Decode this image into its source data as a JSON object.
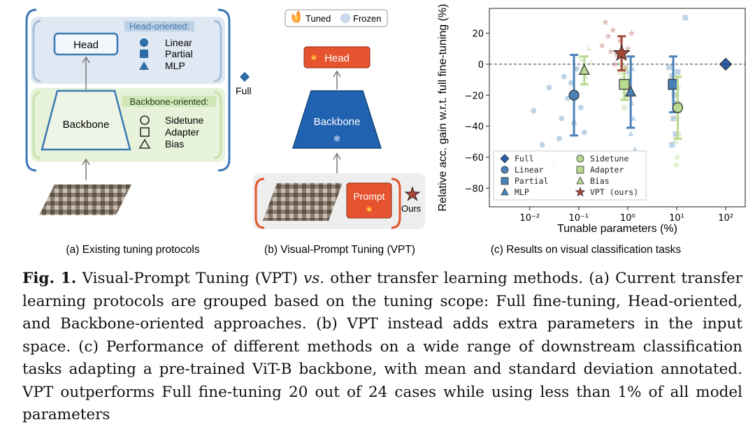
{
  "panel_a": {
    "head_label": "Head",
    "backbone_label": "Backbone",
    "head_group_title": "Head-oriented:",
    "head_methods": [
      "Linear",
      "Partial",
      "MLP"
    ],
    "backbone_group_title": "Backbone-oriented:",
    "backbone_methods": [
      "Sidetune",
      "Adapter",
      "Bias"
    ],
    "full_label": "Full",
    "caption": "(a)  Existing tuning protocols"
  },
  "panel_b": {
    "legend_tuned": "Tuned",
    "legend_frozen": "Frozen",
    "head_label": "Head",
    "backbone_label": "Backbone",
    "prompt_label": "Prompt",
    "ours_label": "Ours",
    "caption": "(b) Visual-Prompt Tuning (VPT)"
  },
  "panel_c_caption": "(c) Results on visual classification tasks",
  "colors": {
    "blue_dark": "#2e6ca4",
    "blue_box": "#dfe8f3",
    "green_light": "#dfeecf",
    "orange": "#e5532f",
    "vpt_star": "#a9463a",
    "full_marker": "#2a5caa",
    "sidetune": "#b8d98f",
    "light_blue_marker": "#8fb3d6"
  },
  "chart_data": {
    "type": "scatter",
    "xlabel": "Tunable parameters (%)",
    "ylabel": "Relative acc. gain w.r.t. full fine-tuning (%)",
    "xscale": "log",
    "xlim": [
      0.0015,
      250
    ],
    "ylim": [
      -92,
      36
    ],
    "xticks": [
      0.01,
      0.1,
      1,
      10,
      100
    ],
    "xtick_labels": [
      "10⁻²",
      "10⁻¹",
      "10⁰",
      "10¹",
      "10²"
    ],
    "yticks": [
      -80,
      -60,
      -40,
      -20,
      0,
      20
    ],
    "ytick_labels": [
      "−80",
      "−60",
      "−40",
      "−20",
      "0",
      "20"
    ],
    "grid": false,
    "zero_line": true,
    "legend_position": "lower-center",
    "series": [
      {
        "name": "Full",
        "marker": "diamond",
        "color": "#2a5caa",
        "mean": {
          "x": 100,
          "y": 0,
          "std": 0
        }
      },
      {
        "name": "Linear",
        "marker": "circle",
        "color": "#4a81b8",
        "mean": {
          "x": 0.08,
          "y": -20,
          "std": 26
        },
        "points": [
          [
            0.012,
            -30
          ],
          [
            0.018,
            -52
          ],
          [
            0.025,
            -15
          ],
          [
            0.03,
            -65
          ],
          [
            0.04,
            -48
          ],
          [
            0.05,
            -8
          ],
          [
            0.06,
            -22
          ],
          [
            0.08,
            -38
          ],
          [
            0.09,
            -3
          ],
          [
            0.1,
            -58
          ],
          [
            0.11,
            -28
          ],
          [
            0.13,
            -44
          ],
          [
            0.07,
            -12
          ],
          [
            0.045,
            -35
          ]
        ]
      },
      {
        "name": "Partial",
        "marker": "square",
        "color": "#4a81b8",
        "mean": {
          "x": 8.5,
          "y": -13,
          "std": 18
        },
        "points": [
          [
            7,
            -2
          ],
          [
            8,
            -8
          ],
          [
            9,
            -20
          ],
          [
            10,
            -25
          ],
          [
            8.5,
            -35
          ],
          [
            9.5,
            -45
          ],
          [
            7.5,
            -15
          ],
          [
            10.5,
            -5
          ],
          [
            11,
            -30
          ],
          [
            8,
            -52
          ],
          [
            15,
            30
          ]
        ]
      },
      {
        "name": "MLP",
        "marker": "triangle",
        "color": "#4a81b8",
        "mean": {
          "x": 1.15,
          "y": -18,
          "std": 23
        },
        "points": [
          [
            1.0,
            -5
          ],
          [
            1.1,
            -10
          ],
          [
            1.2,
            -25
          ],
          [
            1.3,
            -35
          ],
          [
            1.15,
            -45
          ],
          [
            1.05,
            -15
          ],
          [
            1.25,
            -3
          ],
          [
            1.4,
            -55
          ],
          [
            0.9,
            -20
          ]
        ]
      },
      {
        "name": "Sidetune",
        "marker": "circle",
        "color": "#b8d98f",
        "mean": {
          "x": 10.5,
          "y": -28,
          "std": 20
        },
        "points": [
          [
            9.5,
            -10
          ],
          [
            10,
            -20
          ],
          [
            10.5,
            -35
          ],
          [
            11,
            -45
          ],
          [
            10.2,
            -60
          ],
          [
            9.8,
            -65
          ],
          [
            11.5,
            -25
          ],
          [
            10.8,
            -15
          ],
          [
            9.6,
            -50
          ]
        ]
      },
      {
        "name": "Adapter",
        "marker": "square",
        "color": "#b8d98f",
        "mean": {
          "x": 0.85,
          "y": -13,
          "std": 10
        },
        "points": [
          [
            0.7,
            -5
          ],
          [
            0.8,
            -10
          ],
          [
            0.9,
            -18
          ],
          [
            1.0,
            -22
          ],
          [
            0.75,
            0
          ],
          [
            0.95,
            -12
          ],
          [
            0.85,
            -28
          ],
          [
            1.1,
            -8
          ]
        ]
      },
      {
        "name": "Bias",
        "marker": "triangle",
        "color": "#b8d98f",
        "mean": {
          "x": 0.13,
          "y": -4,
          "std": 9
        },
        "points": [
          [
            0.1,
            5
          ],
          [
            0.12,
            -2
          ],
          [
            0.14,
            -8
          ],
          [
            0.16,
            10
          ],
          [
            0.13,
            -12
          ],
          [
            0.11,
            3
          ],
          [
            0.15,
            -5
          ],
          [
            0.18,
            1
          ]
        ]
      },
      {
        "name": "VPT (ours)",
        "marker": "star",
        "color": "#a9463a",
        "mean": {
          "x": 0.75,
          "y": 7,
          "std": 11
        },
        "points": [
          [
            0.3,
            12
          ],
          [
            0.4,
            18
          ],
          [
            0.5,
            22
          ],
          [
            0.6,
            6
          ],
          [
            0.7,
            15
          ],
          [
            0.8,
            4
          ],
          [
            1.0,
            10
          ],
          [
            1.2,
            20
          ],
          [
            0.45,
            8
          ],
          [
            0.9,
            -2
          ],
          [
            0.35,
            27
          ],
          [
            0.55,
            0
          ]
        ]
      }
    ]
  },
  "caption": {
    "label": "Fig. 1.",
    "text_before": " Visual-Prompt Tuning (VPT) ",
    "vs": "vs.",
    "text_after": " other transfer learning methods. (a) Current transfer learning protocols are grouped based on the tuning scope: Full fine-tuning, Head-oriented, and Backbone-oriented approaches. (b) VPT instead adds extra parameters in the input space. (c) Performance of different methods on a wide range of downstream classification tasks adapting a pre-trained ViT-B backbone, with mean and standard deviation annotated. VPT outperforms Full fine-tuning 20 out of 24 cases while using less than 1% of all model parameters"
  }
}
